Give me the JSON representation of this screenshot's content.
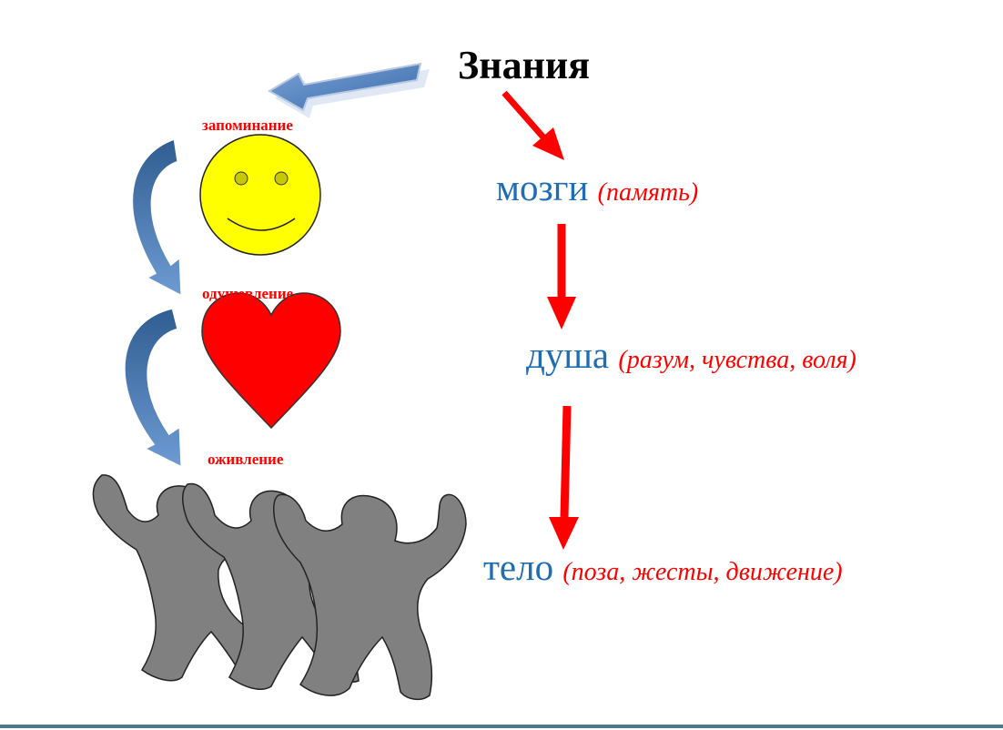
{
  "title": "Знания",
  "stages": {
    "memorize": "запоминание",
    "inspire": "одушевление",
    "animate": "оживление"
  },
  "levels": {
    "brain": {
      "term": "мозги",
      "note": "(память)"
    },
    "soul": {
      "term": "душа",
      "note": "(разум, чувства, воля)"
    },
    "body": {
      "term": "тело",
      "note": "(поза, жесты, движение)"
    }
  },
  "colors": {
    "term": "#1f6eb3",
    "note": "#ff0000",
    "arrow_red": "#ff0000",
    "arrow_blue": "#4f81bd",
    "smiley": "#ffff00",
    "heart": "#ff0000",
    "figure": "#808080"
  },
  "icons": [
    "smiley-face-icon",
    "heart-icon",
    "dancing-figure-icon"
  ]
}
